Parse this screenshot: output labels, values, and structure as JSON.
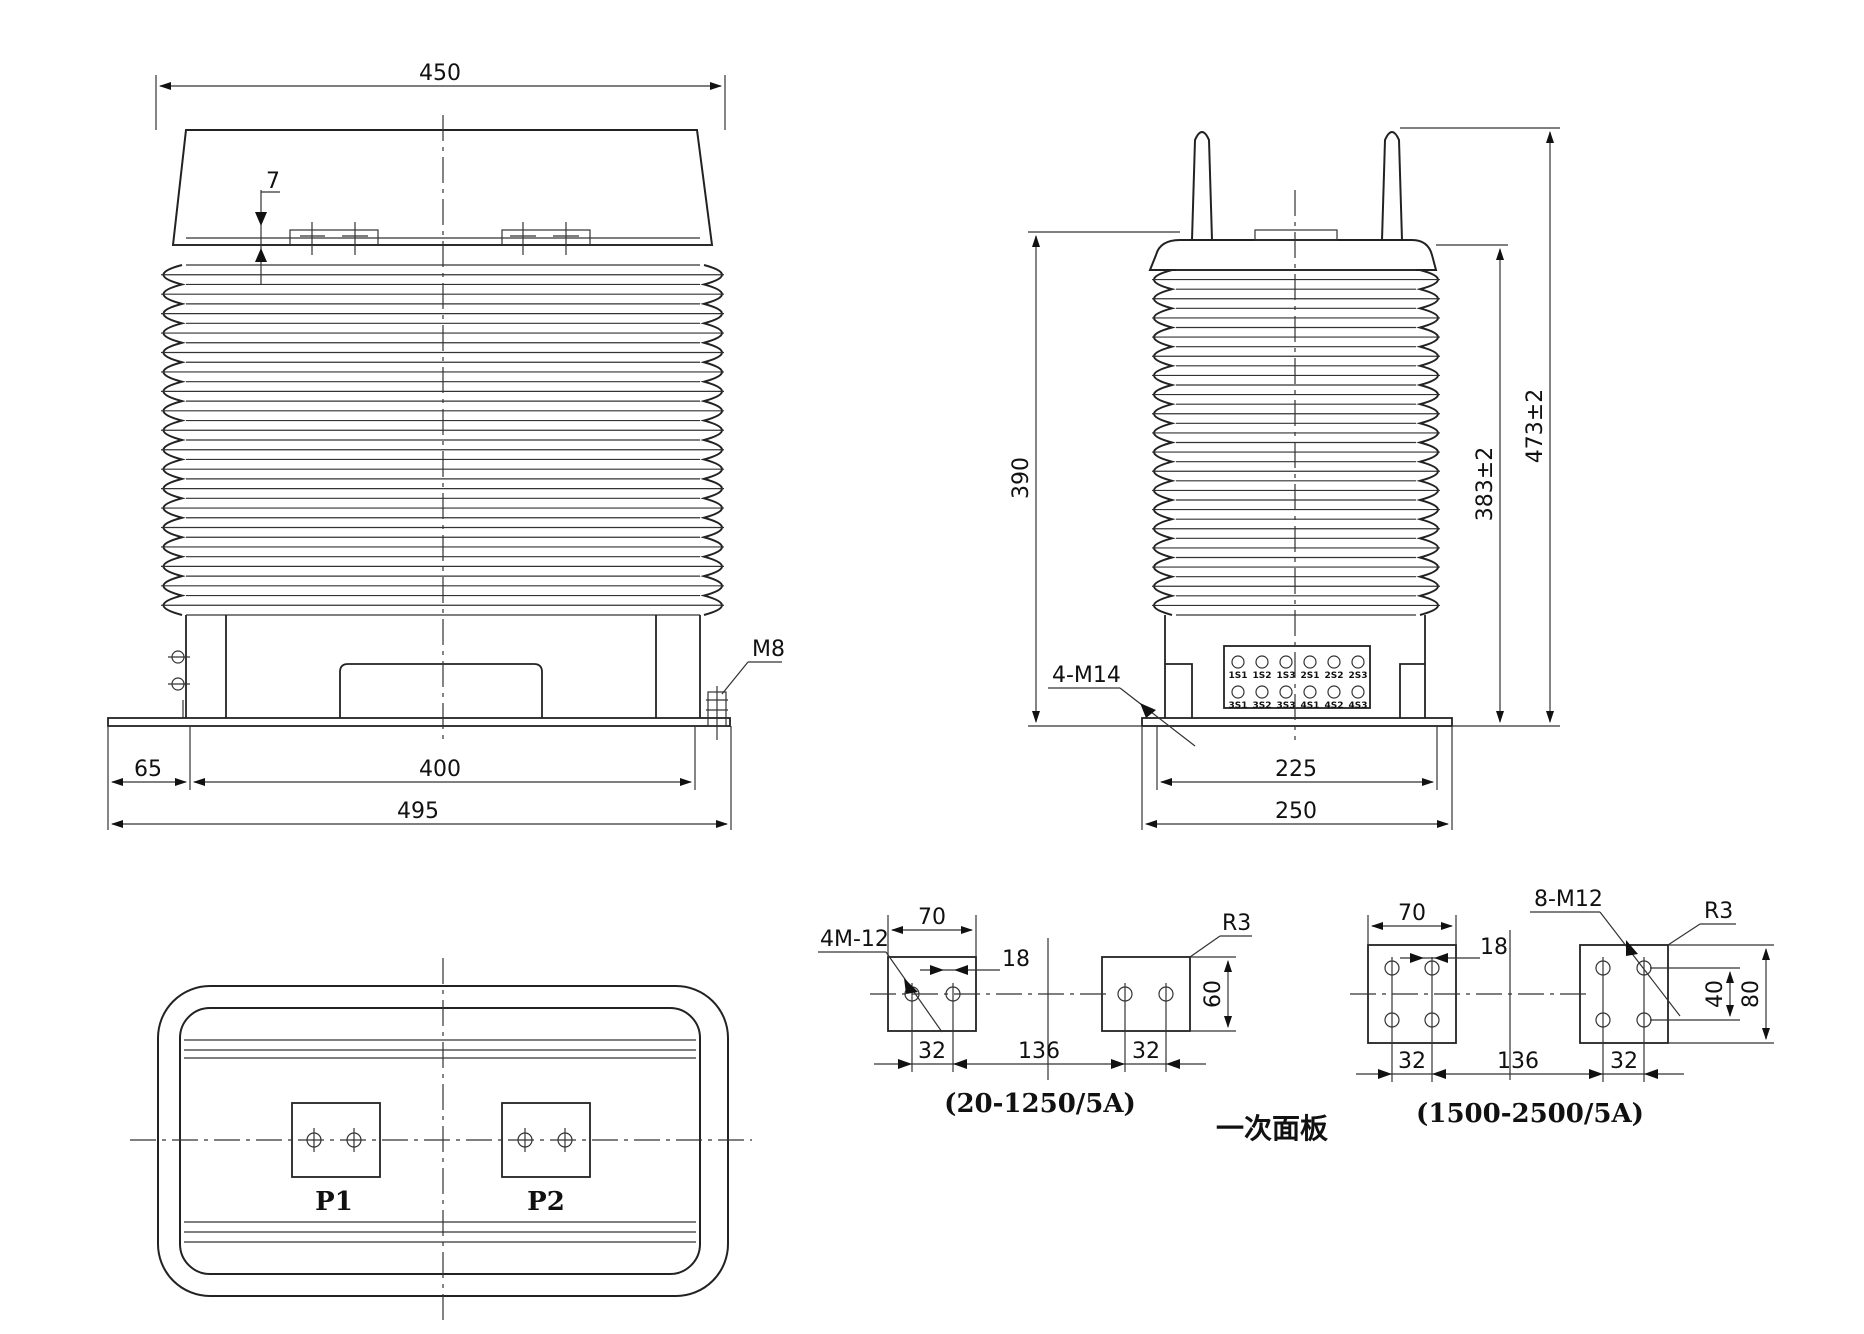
{
  "front_view": {
    "top_width": "450",
    "offset_7": "7",
    "bolt": "M8",
    "left_offset": "65",
    "mount_spacing": "400",
    "base_length": "495"
  },
  "side_view": {
    "height_390": "390",
    "height_383": "383±2",
    "height_473": "473±2",
    "mount_holes": "4-M14",
    "mount_spacing": "225",
    "base_width": "250"
  },
  "terminal_box": {
    "row1": [
      "1S1",
      "1S2",
      "1S3",
      "2S1",
      "2S2",
      "2S3"
    ],
    "row2": [
      "3S1",
      "3S2",
      "3S3",
      "4S1",
      "4S2",
      "4S3"
    ]
  },
  "top_view": {
    "p1": "P1",
    "p2": "P2"
  },
  "panel_small": {
    "width": "70",
    "holes": "4M-12",
    "edge": "18",
    "radius": "R3",
    "height": "60",
    "hole_pitch_left": "32",
    "gap": "136",
    "hole_pitch_right": "32",
    "caption": "(20-1250/5A)"
  },
  "panel_large": {
    "width": "70",
    "holes": "8-M12",
    "edge": "18",
    "radius": "R3",
    "inner": "40",
    "height": "80",
    "hole_pitch_left": "32",
    "gap": "136",
    "hole_pitch_right": "32",
    "caption": "(1500-2500/5A)"
  },
  "panel_title": "一次面板"
}
